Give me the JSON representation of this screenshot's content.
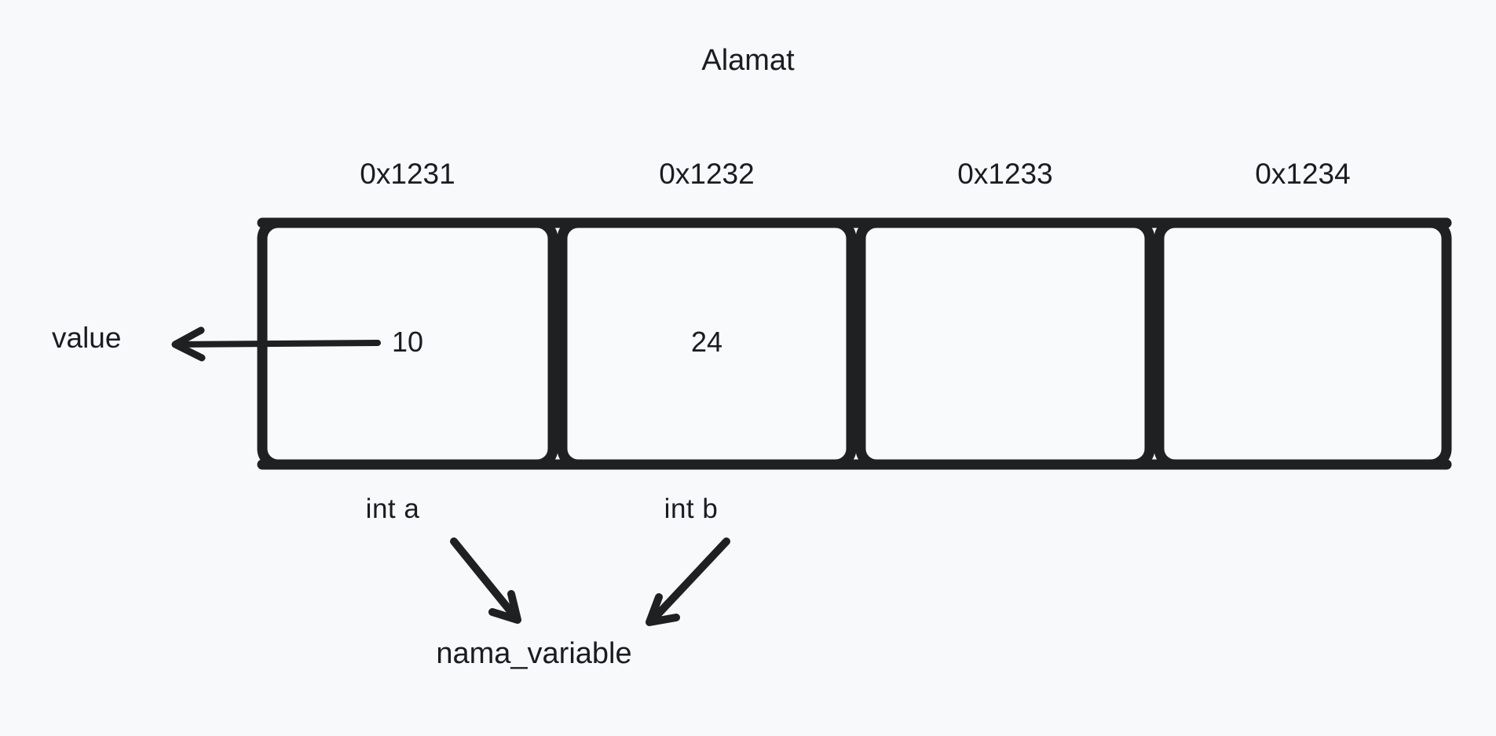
{
  "diagram": {
    "title": "Alamat",
    "background_color": "#f7f9fb",
    "stroke_color": "#1e2022",
    "text_color": "#1a1d1f",
    "cell_fill": "#f8fafc"
  },
  "memory_row": {
    "addresses": [
      "0x1231",
      "0x1232",
      "0x1233",
      "0x1234"
    ],
    "cells": [
      {
        "address": "0x1231",
        "value": "10"
      },
      {
        "address": "0x1232",
        "value": "24"
      },
      {
        "address": "0x1233",
        "value": ""
      },
      {
        "address": "0x1234",
        "value": ""
      }
    ]
  },
  "annotations": {
    "value_label": "value",
    "variable_declarations": [
      "int  a",
      "int  b"
    ],
    "variable_name_label": "nama_variable"
  }
}
